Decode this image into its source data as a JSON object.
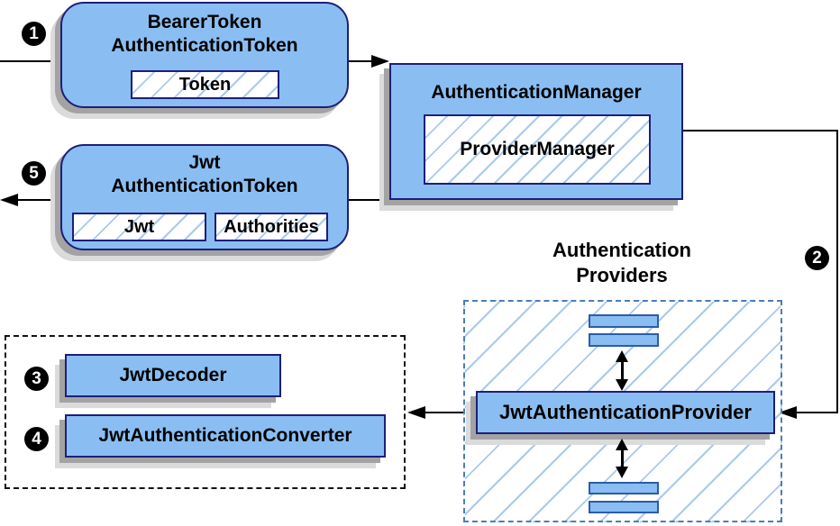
{
  "badges": {
    "step1": "1",
    "step2": "2",
    "step3": "3",
    "step4": "4",
    "step5": "5"
  },
  "bearer_box": {
    "title_line1": "BearerToken",
    "title_line2": "AuthenticationToken",
    "inner_label": "Token"
  },
  "manager_box": {
    "title": "AuthenticationManager",
    "inner_label": "ProviderManager"
  },
  "jwt_box": {
    "title_line1": "Jwt",
    "title_line2": "AuthenticationToken",
    "inner_label1": "Jwt",
    "inner_label2": "Authorities"
  },
  "providers_group": {
    "label_line1": "Authentication",
    "label_line2": "Providers",
    "provider_label": "JwtAuthenticationProvider"
  },
  "converter_group": {
    "decoder_label": "JwtDecoder",
    "converter_label": "JwtAuthenticationConverter"
  },
  "colors": {
    "node_fill": "#8ABEF2",
    "node_border": "#1E1E78",
    "hatch_line": "#A9C9EE",
    "providers_border": "#4A7DBA",
    "dotted_border": "#111111",
    "bar_border": "#2B5CA8",
    "shadow_dark": "#A3A3A3",
    "shadow_light": "#DBDBDB",
    "connector": "#000000"
  }
}
